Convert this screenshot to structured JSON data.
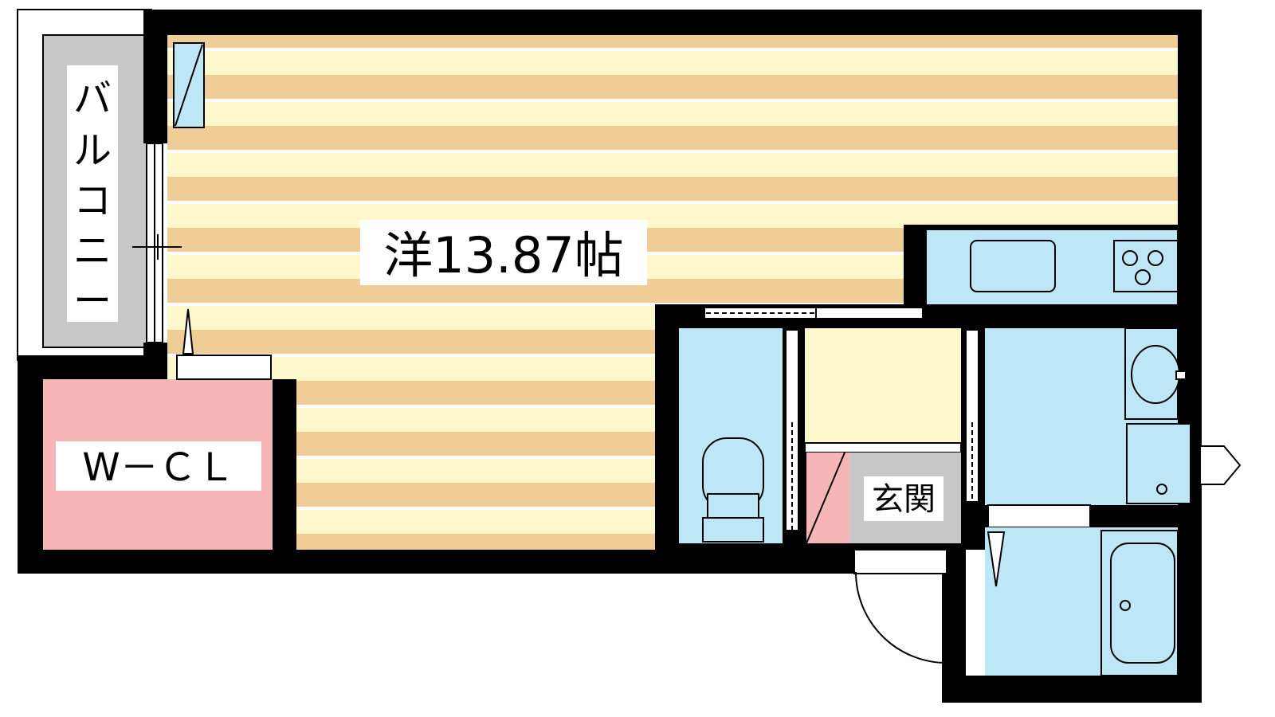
{
  "floorplan": {
    "rooms": {
      "western_room": "洋13.87帖",
      "balcony": "バルコニー",
      "walk_in_closet": "W－ＣＬ",
      "entrance": "玄関"
    },
    "colors": {
      "wall": "#000000",
      "floor_light_stripe": "#fff8cc",
      "floor_dark_stripe": "#f0cc96",
      "wet_area": "#bde6f7",
      "closet": "#f6b6b8",
      "balcony": "#c8c8c8",
      "white": "#ffffff"
    }
  }
}
